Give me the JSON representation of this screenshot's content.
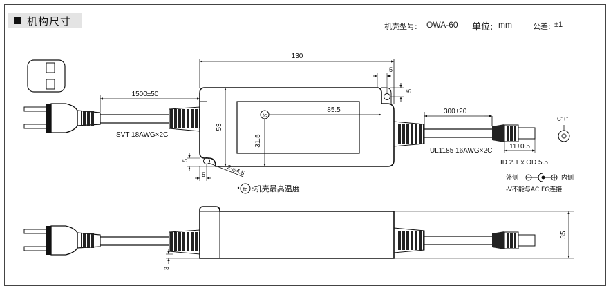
{
  "header": {
    "section_title": "机构尺寸",
    "model_label": "机壳型号:",
    "model_value": "OWA-60",
    "unit_label": "单位:",
    "unit_value": "mm",
    "tolerance_label": "公差:",
    "tolerance_value": "±1"
  },
  "dimensions": {
    "overall_length": "130",
    "input_cable_length": "1500±50",
    "input_cable_spec": "SVT 18AWG×2C",
    "body_width": "53",
    "label_width": "85.5",
    "label_height": "31.5",
    "corner_notch_w": "5",
    "corner_notch_h": "5",
    "hole_spec": "2-φ4.5",
    "output_cable_length": "300±20",
    "output_cable_spec": "UL1185 16AWG×2C",
    "plug_length": "11±0.5",
    "plug_spec": "ID 2.1 x OD 5.5",
    "side_height": "35",
    "side_offset": "3"
  },
  "annotations": {
    "tc_symbol": "tc",
    "tc_note": ":机壳最高温度",
    "plug_pin_label": "C\"+\"",
    "outer_label": "外侧",
    "inner_label": "内侧",
    "fg_note": "-V不能与AC FG连接"
  }
}
